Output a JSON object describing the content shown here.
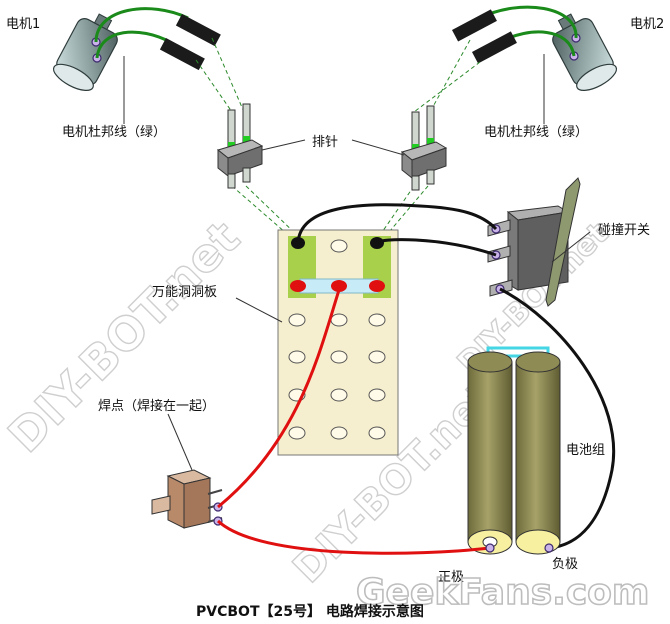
{
  "labels": {
    "motor1": "电机1",
    "motor2": "电机2",
    "jumper_left": "电机杜邦线（绿）",
    "jumper_right": "电机杜邦线（绿）",
    "pin_header": "排针",
    "bump_switch": "碰撞开关",
    "perfboard": "万能洞洞板",
    "solder_point": "焊点（焊接在一起）",
    "battery_pack": "电池组",
    "positive": "正极",
    "negative": "负极"
  },
  "caption": "PVCBOT【25号】 电路焊接示意图",
  "watermarks": {
    "diy_bot_left": "DIY-BOT.net",
    "diy_bot_center": "DIY-BOT.net",
    "diy_bot_right": "DIY-BOT.net",
    "geekfans": "GeekFans.com"
  },
  "colors": {
    "wire_green": "#1a8a1a",
    "wire_red": "#e01010",
    "wire_black": "#111111",
    "board": "#f6efcf",
    "pad_green": "#a8d04a",
    "battery": "#8d8a52",
    "motor": "#8fa3a3",
    "link_cyan": "#45d6e6"
  }
}
